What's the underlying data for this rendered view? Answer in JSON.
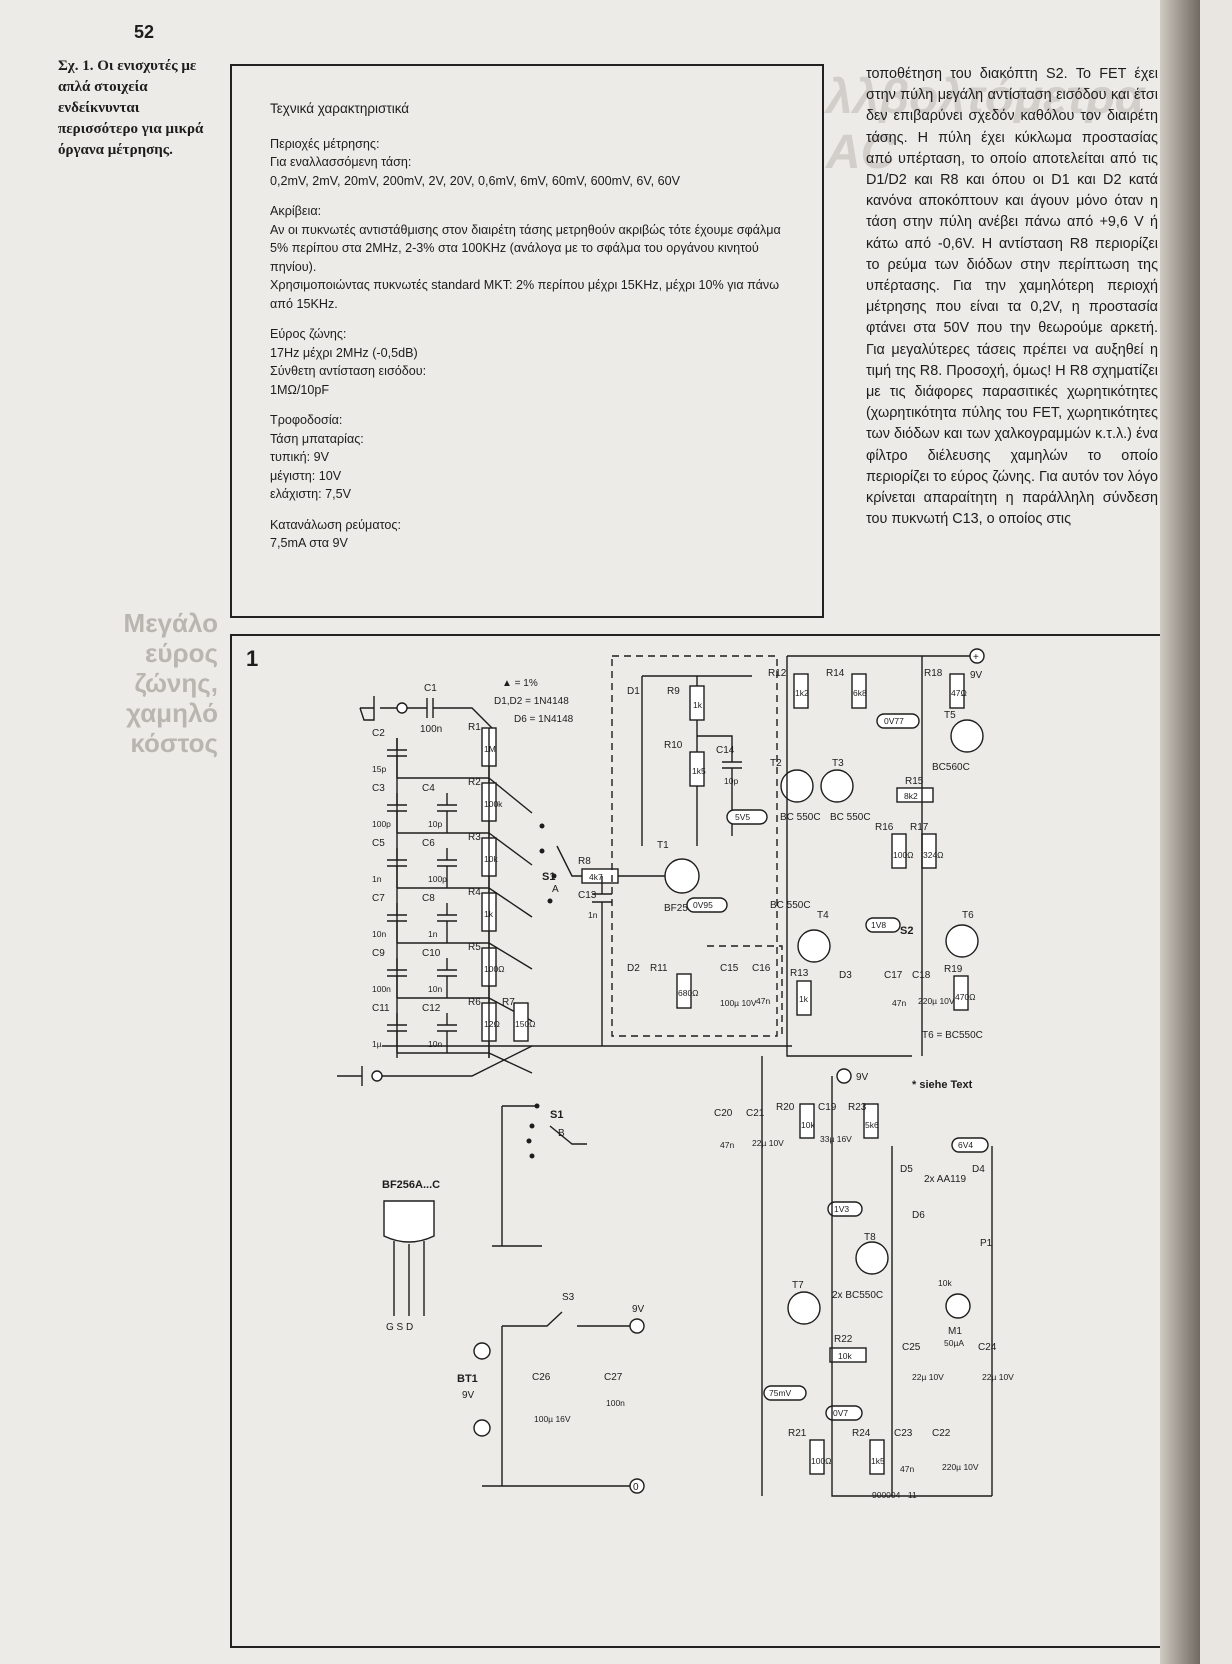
{
  "page_number": "52",
  "caption": "Σχ. 1. Οι ενισχυτές με απλά στοιχεία ενδείκνυνται περισσότερο για μικρά όργανα μέτρησης.",
  "specs": {
    "title": "Τεχνικά χαρακτηριστικά",
    "range": "Περιοχές μέτρησης:\nΓια εναλλασσόμενη τάση:\n0,2mV, 2mV, 20mV, 200mV, 2V, 20V, 0,6mV, 6mV, 60mV, 600mV, 6V, 60V",
    "accuracy": "Ακρίβεια:\nΑν οι πυκνωτές αντιστάθμισης στον διαιρέτη τάσης μετρηθούν ακριβώς τότε έχουμε σφάλμα 5% περίπου στα 2MHz, 2-3% στα 100KHz (ανάλογα με το σφάλμα του οργάνου κινητού πηνίου).\nΧρησιμοποιώντας πυκνωτές standard MKT: 2% περίπου μέχρι 15KHz, μέχρι 10% για πάνω από 15KHz.",
    "bandwidth": "Εύρος ζώνης:\n17Hz μέχρι 2MHz (-0,5dB)\nΣύνθετη αντίσταση εισόδου:\n1MΩ/10pF",
    "power": "Τροφοδοσία:\nΤάση μπαταρίας:\nτυπική: 9V\nμέγιστη: 10V\nελάχιστη: 7,5V",
    "current": "Κατανάλωση ρεύματος:\n7,5mA στα 9V"
  },
  "body_text": "τοποθέτηση του διακόπτη S2. Το FET έχει στην πύλη μεγάλη αντίσταση εισόδου και έτσι δεν επιβαρύνει σχεδόν καθόλου τον διαιρέτη τάσης. Η πύλη έχει κύκλωμα προστασίας από υπέρταση, το οποίο αποτελείται από τις D1/D2 και R8 και όπου οι D1 και D2 κατά κανόνα αποκόπτουν και άγουν μόνο όταν η τάση στην πύλη ανέβει πάνω από +9,6 V ή κάτω από -0,6V. Η αντίσταση R8 περιορίζει το ρεύμα των διόδων στην περίπτωση της υπέρτασης. Για την χαμηλότερη περιοχή μέτρησης που είναι τα 0,2V, η προστασία φτάνει στα 50V που την θεωρούμε αρκετή. Για μεγαλύτερες τάσεις πρέπει να αυξηθεί η τιμή της R8. Προσοχή, όμως! Η R8 σχηματίζει με τις διάφορες παρασιτικές χωρητικότητες (χωρητικότητα πύλης του FET, χωρητικότητες των διόδων και των χαλκογραμμών κ.τ.λ.) ένα φίλτρο διέλευσης χαμηλών το οποίο περιορίζει το εύρος ζώνης. Για αυτόν τον λόγο κρίνεται απαραίτητη η παράλληλη σύνδεση του πυκνωτή C13, ο οποίος στις",
  "ghost_text": {
    "headline": "λλβολτόμετρα AC",
    "side_big": "Μεγάλο εύρος ζώνης, χαμηλό κόστος"
  },
  "schematic": {
    "figure_number": "1",
    "legend": [
      "▲ = 1%",
      "D1,D2 = 1N4148",
      "D6 = 1N4148"
    ],
    "note": "* siehe Text",
    "t6_note": "T6 = BC550C",
    "fet_label": "BF256A...C",
    "fet_pins": "G S D",
    "code": "900004 - 11",
    "supply_plus": "+",
    "supply_9v": "9V",
    "ground_zero": "0",
    "voltages": [
      "0V77",
      "5V5",
      "0V95",
      "1V8",
      "6V4",
      "1V3",
      "75mV",
      "0V7"
    ],
    "divider": [
      {
        "r": "R1",
        "rv": "1M",
        "cl": "C2",
        "cv": "15p",
        "cr": "",
        "crv": ""
      },
      {
        "r": "R2",
        "rv": "100k",
        "cl": "C3",
        "cv": "100p",
        "cr": "C4",
        "crv": "10p"
      },
      {
        "r": "R3",
        "rv": "10k",
        "cl": "C5",
        "cv": "1n",
        "cr": "C6",
        "crv": "100p"
      },
      {
        "r": "R4",
        "rv": "1k",
        "cl": "C7",
        "cv": "10n",
        "cr": "C8",
        "crv": "1n"
      },
      {
        "r": "R5",
        "rv": "100Ω",
        "cl": "C9",
        "cv": "100n",
        "cr": "C10",
        "crv": "10n"
      },
      {
        "r": "R6",
        "rv": "12Ω",
        "cl": "C11",
        "cv": "1µ",
        "cr": "C12",
        "crv": "10n"
      }
    ],
    "r7": {
      "r": "R7",
      "v": "150Ω"
    },
    "c1": {
      "n": "C1",
      "v": "100n"
    },
    "parts": {
      "r8": "R8",
      "r8v": "4k7",
      "r9": "R9",
      "r9v": "1k",
      "r10": "R10",
      "r10v": "1k5",
      "c13": "C13",
      "c13v": "1n",
      "c14": "C14",
      "c14v": "10p",
      "d1": "D1",
      "d2": "D2",
      "r11": "R11",
      "r11v": "680Ω",
      "c15": "C15",
      "c15v": "100µ 10V",
      "c16": "C16",
      "c16v": "47n",
      "t1": "T1",
      "t1v": "BF256A",
      "r12": "R12",
      "r12v": "1k2",
      "r14": "R14",
      "r14v": "6k8",
      "r18": "R18",
      "r18v": "47Ω",
      "t2": "T2",
      "t3": "T3",
      "t4": "T4",
      "t5": "T5",
      "t6": "T6",
      "bc550c": "BC 550C",
      "bc560c": "BC560C",
      "r15": "R15",
      "r15v": "8k2",
      "r16": "R16",
      "r16v": "100Ω",
      "r17": "R17",
      "r17v": "324Ω",
      "r13": "R13",
      "r13v": "1k",
      "d3": "D3",
      "c17": "C17",
      "c17v": "47n",
      "c18": "C18",
      "c18v": "220µ 10V",
      "r19": "R19",
      "r19v": "470Ω",
      "s2": "S2",
      "s1": "S1",
      "s1a": "A",
      "s1b": "B",
      "c20": "C20",
      "c20v": "47n",
      "c21": "C21",
      "c21v": "22µ 10V",
      "r20": "R20",
      "r20v": "10k",
      "c19": "C19",
      "c19v": "33µ 16V",
      "r23": "R23",
      "r23v": "5k6",
      "d4": "D4",
      "d5": "D5",
      "aa119": "2x AA119",
      "d6": "D6",
      "p1": "P1",
      "p1v": "10k",
      "m1": "M1",
      "m1v": "50µA",
      "t7": "T7",
      "t8": "T8",
      "t78": "2x BC550C",
      "r22": "R22",
      "r22v": "10k",
      "c25": "C25",
      "c25v": "22µ 10V",
      "c24": "C24",
      "c24v": "22µ 10V",
      "r21": "R21",
      "r21v": "100Ω",
      "r24": "R24",
      "r24v": "1k5",
      "c23": "C23",
      "c23v": "47n",
      "c22": "C22",
      "c22v": "220µ 10V",
      "bt1": "BT1",
      "bt1v": "9V",
      "c26": "C26",
      "c26v": "100µ 16V",
      "c27": "C27",
      "c27v": "100n",
      "s3": "S3"
    }
  }
}
